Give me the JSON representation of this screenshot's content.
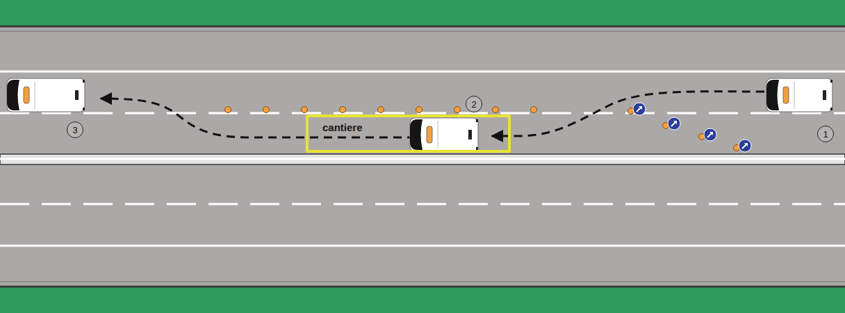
{
  "diagram": {
    "nodes": [
      {
        "text": [
          "cantiere"
        ]
      }
    ],
    "labels": [
      "2",
      "1",
      "3"
    ]
  }
}
